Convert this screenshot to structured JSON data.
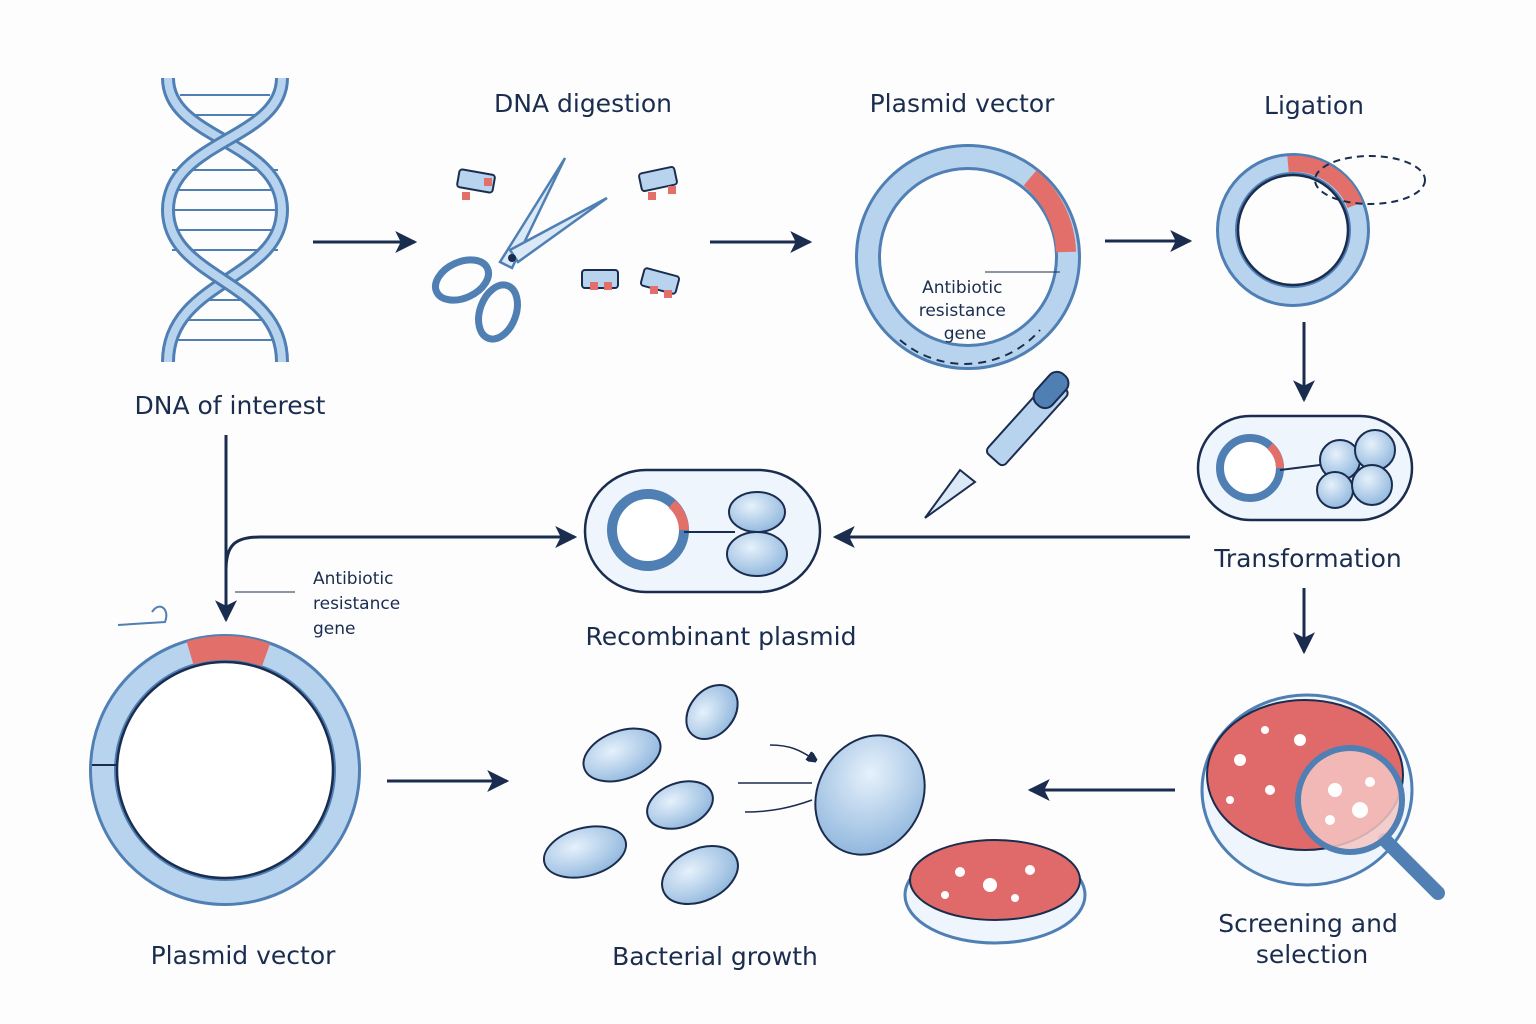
{
  "labels": {
    "dna_of_interest": "DNA of interest",
    "dna_digestion": "DNA digestion",
    "plasmid_vector_top": "Plasmid vector",
    "ligation": "Ligation",
    "transformation": "Transformation",
    "recombinant_plasmid": "Recombinant plasmid",
    "plasmid_vector_bottom": "Plasmid vector",
    "bacterial_growth": "Bacterial growth",
    "screening_line1": "Screening and",
    "screening_line2": "selection"
  },
  "annotations": {
    "top_gene": [
      "Antibiotic",
      "resistance",
      "gene"
    ],
    "bottom_gene": [
      "Antibiotic",
      "resistance",
      "gene"
    ]
  },
  "colors": {
    "text": "#1b2d4f",
    "plasmid_blue": "#b8d3ee",
    "outline_blue": "#4f7fb3",
    "gene_red": "#e36f6a",
    "agar_red": "#e06a6a"
  },
  "icons": [
    "dna-helix-icon",
    "scissors-icon",
    "dna-fragment-icon",
    "pipette-icon",
    "bacterium-icon",
    "petri-dish-icon",
    "magnifier-icon"
  ]
}
